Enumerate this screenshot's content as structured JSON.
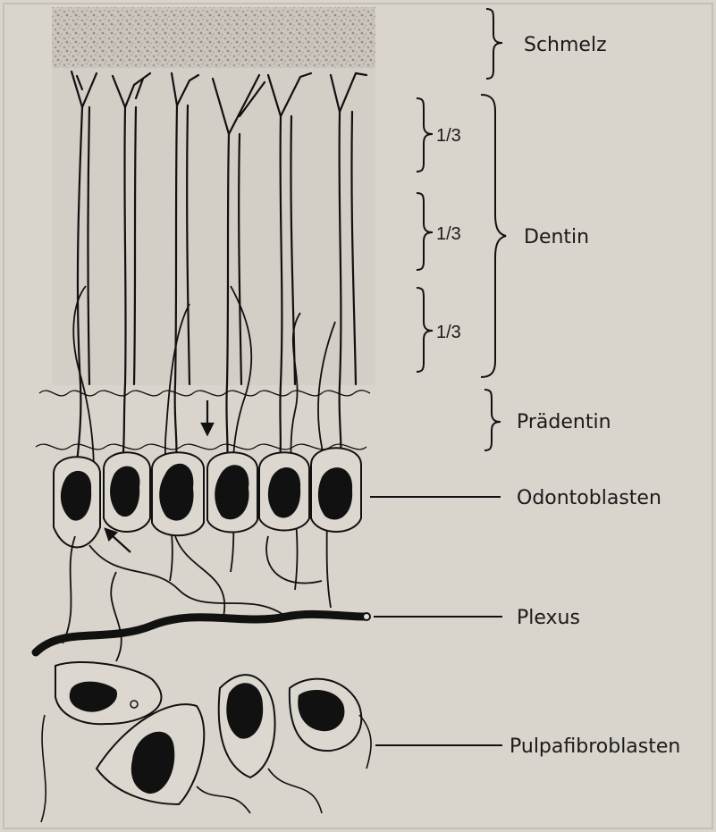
{
  "labels": {
    "schmelz": "Schmelz",
    "dentin": "Dentin",
    "praedentin": "Prädentin",
    "odontoblasten": "Odontoblasten",
    "plexus": "Plexus",
    "pulpafibroblasten": "Pulpafibroblasten"
  },
  "thirds": [
    "1/3",
    "1/3",
    "1/3"
  ],
  "colors": {
    "paper": "#d9d4cc",
    "ink": "#111111",
    "enamel": "#c9c3bb"
  }
}
